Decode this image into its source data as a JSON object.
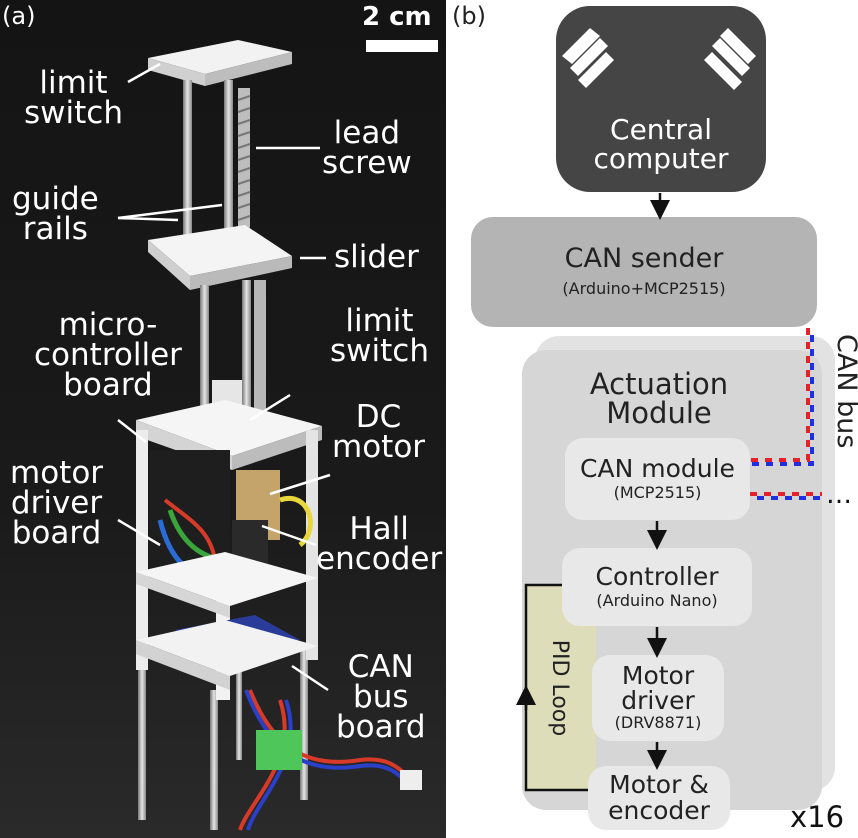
{
  "panel_a": {
    "letter": "(a)",
    "scale_bar": "2 cm",
    "labels": {
      "limit_switch_top": "limit\nswitch",
      "lead_screw": "lead\nscrew",
      "guide_rails": "guide\nrails",
      "slider": "slider",
      "limit_switch_bottom": "limit\nswitch",
      "microcontroller_board": "micro-\ncontroller\nboard",
      "dc_motor": "DC\nmotor",
      "motor_driver_board": "motor\ndriver\nboard",
      "hall_encoder": "Hall\nencoder",
      "can_bus_board": "CAN\nbus\nboard"
    }
  },
  "panel_b": {
    "letter": "(b)",
    "central_computer": "Central\ncomputer",
    "can_sender": {
      "title": "CAN sender",
      "subtitle": "(Arduino+MCP2515)"
    },
    "can_bus_label": "CAN bus",
    "continuation": "…",
    "module": {
      "title": "Actuation\nModule",
      "can_module": {
        "title": "CAN module",
        "subtitle": "(MCP2515)"
      },
      "controller": {
        "title": "Controller",
        "subtitle": "(Arduino Nano)"
      },
      "motor_driver": {
        "title": "Motor\ndriver",
        "subtitle": "(DRV8871)"
      },
      "motor_encoder": {
        "title": "Motor &\nencoder"
      },
      "pid_loop": "PID Loop",
      "multiplier": "x16"
    },
    "colors": {
      "central": "#454545",
      "box": "#b4b4b4",
      "inner": "#e8e8e8",
      "pid": "#deddba",
      "wire_red": "#e8202a",
      "wire_blue": "#2030e0"
    }
  }
}
